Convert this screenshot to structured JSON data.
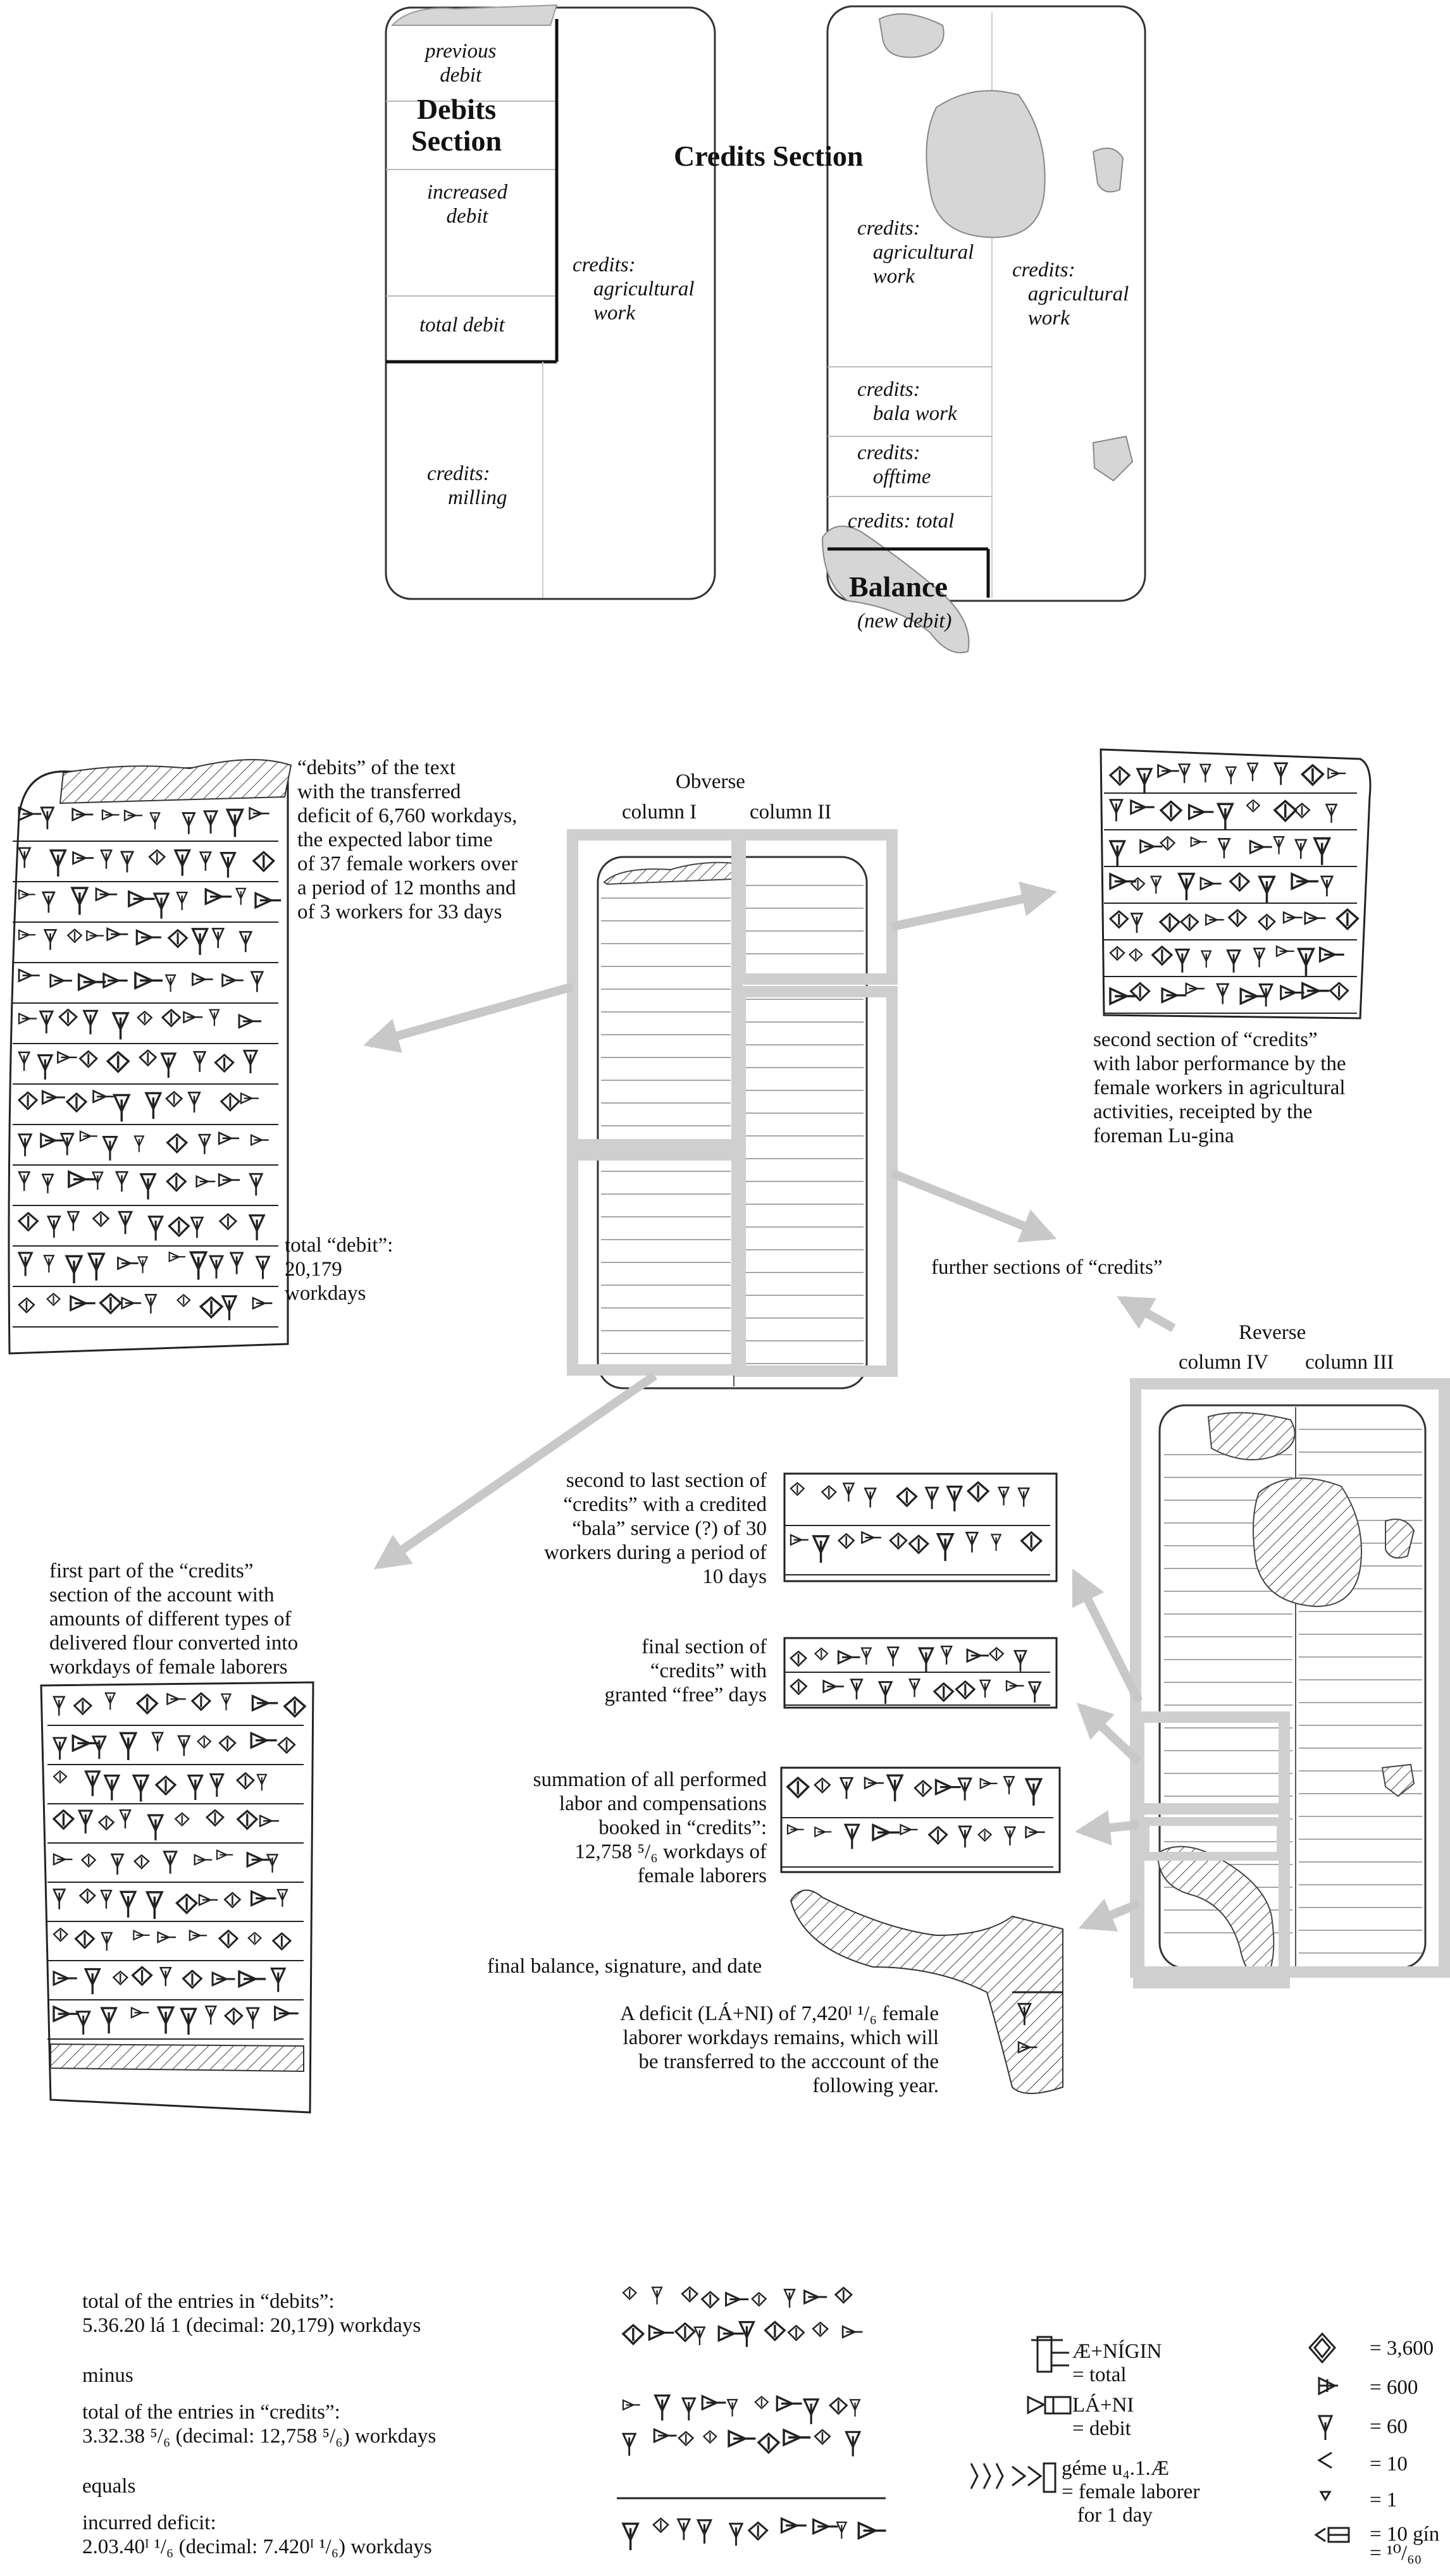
{
  "top_schema": {
    "debit": {
      "previous_debit": "previous\ndebit",
      "section": "Debits\nSection",
      "increased_debit": "increased\ndebit",
      "total_debit": "total debit",
      "milling": "credits:\n    milling",
      "agri_col2": "credits:\n    agricultural\n    work"
    },
    "credit": {
      "section": "Credits Section",
      "agri_left": "credits:\n   agricultural\n   work",
      "agri_right": "credits:\n   agricultural\n   work",
      "bala": "credits:\n   bala work",
      "offtime": "credits:\n   offtime",
      "total": "credits: total",
      "balance": "Balance",
      "new_debit": "(new debit)"
    }
  },
  "obverse": {
    "title": "Obverse",
    "col1": "column I",
    "col2": "column II",
    "debits_note": "“debits” of the text\nwith the transferred\ndeficit of 6,760 workdays,\nthe expected labor time\nof 37 female workers over\na period of 12 months and\nof 3 workers for 33 days",
    "total_debit": "total “debit”:\n20,179\nworkdays",
    "second_credits": "second section of “credits”\nwith labor performance by the\nfemale workers in agricultural\nactivities, receipted by the\nforeman Lu-gina",
    "further_credits": "further sections of “credits”",
    "first_credits": "first part of the “credits”\nsection of the account with\namounts of different types of\ndelivered flour converted into\nworkdays of female laborers"
  },
  "reverse": {
    "title": "Reverse",
    "col4": "column IV",
    "col3": "column III",
    "bala_note": "second to last section of\n“credits” with a credited\n“bala” service (?) of 30\nworkers during a period of\n10 days",
    "free_note": "final section of\n“credits” with\ngranted “free” days",
    "sum_note": "summation of all performed\nlabor and compensations\nbooked in “credits”:\n12,758 ⁵/₆ workdays of\nfemale laborers",
    "final_note": "final balance, signature, and date",
    "deficit_note": "A deficit (LÁ+NI) of 7,420ᴵ ¹/₆ female\nlaborer workdays remains, which will\nbe transferred to the acccount of the\nfollowing year."
  },
  "calc": {
    "debits_total": "total of the entries in “debits”:\n5.36.20 lá 1 (decimal: 20,179) workdays",
    "minus": "minus",
    "credits_total": "total of the entries in “credits”:\n3.32.38 ⁵/₆ (decimal: 12,758 ⁵/₆) workdays",
    "equals": "equals",
    "deficit": "incurred deficit:\n2.03.40ᴵ ¹/₆ (decimal: 7.420ᴵ ¹/₆) workdays"
  },
  "legend": [
    {
      "label": "Æ+NÍGIN\n= total"
    },
    {
      "label": "LÁ+NI\n= debit"
    },
    {
      "label": "géme u₄.1.Æ\n= female laborer\n   for 1 day"
    }
  ],
  "numerals": [
    {
      "label": "= 3,600"
    },
    {
      "label": "= 600"
    },
    {
      "label": "= 60"
    },
    {
      "label": "= 10"
    },
    {
      "label": "= 1"
    },
    {
      "label": "= 10 gín\n= ¹⁰/₆₀"
    }
  ],
  "colors": {
    "arrow": "#c8c8c8",
    "frame": "#cfcfcf",
    "damage": "#d6d6d6",
    "line": "#222222"
  }
}
